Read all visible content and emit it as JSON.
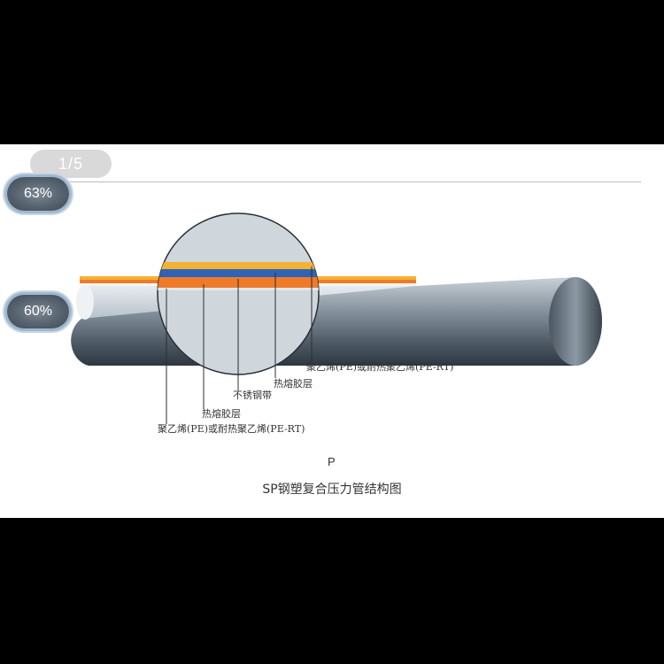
{
  "viewer": {
    "page_indicator": "1/5",
    "badge_top": "63%",
    "badge_bottom": "60%"
  },
  "diagram": {
    "labels": [
      "聚乙烯(PE)或耐热聚乙烯(PE-RT)",
      "热熔胶层",
      "不锈钢带",
      "热熔胶层",
      "聚乙烯(PE)或耐热聚乙烯(PE-RT)"
    ],
    "letter": "P",
    "caption": "SP钢塑复合压力管结构图"
  },
  "colors": {
    "pipe_dark": "#3f4b56",
    "pipe_light": "#c8d0d7",
    "pe_yellow": "#f2b233",
    "adhesive_orange": "#ef7b2a",
    "steel_blue": "#2f63b5",
    "magnifier_fill": "#cfd6dc"
  }
}
